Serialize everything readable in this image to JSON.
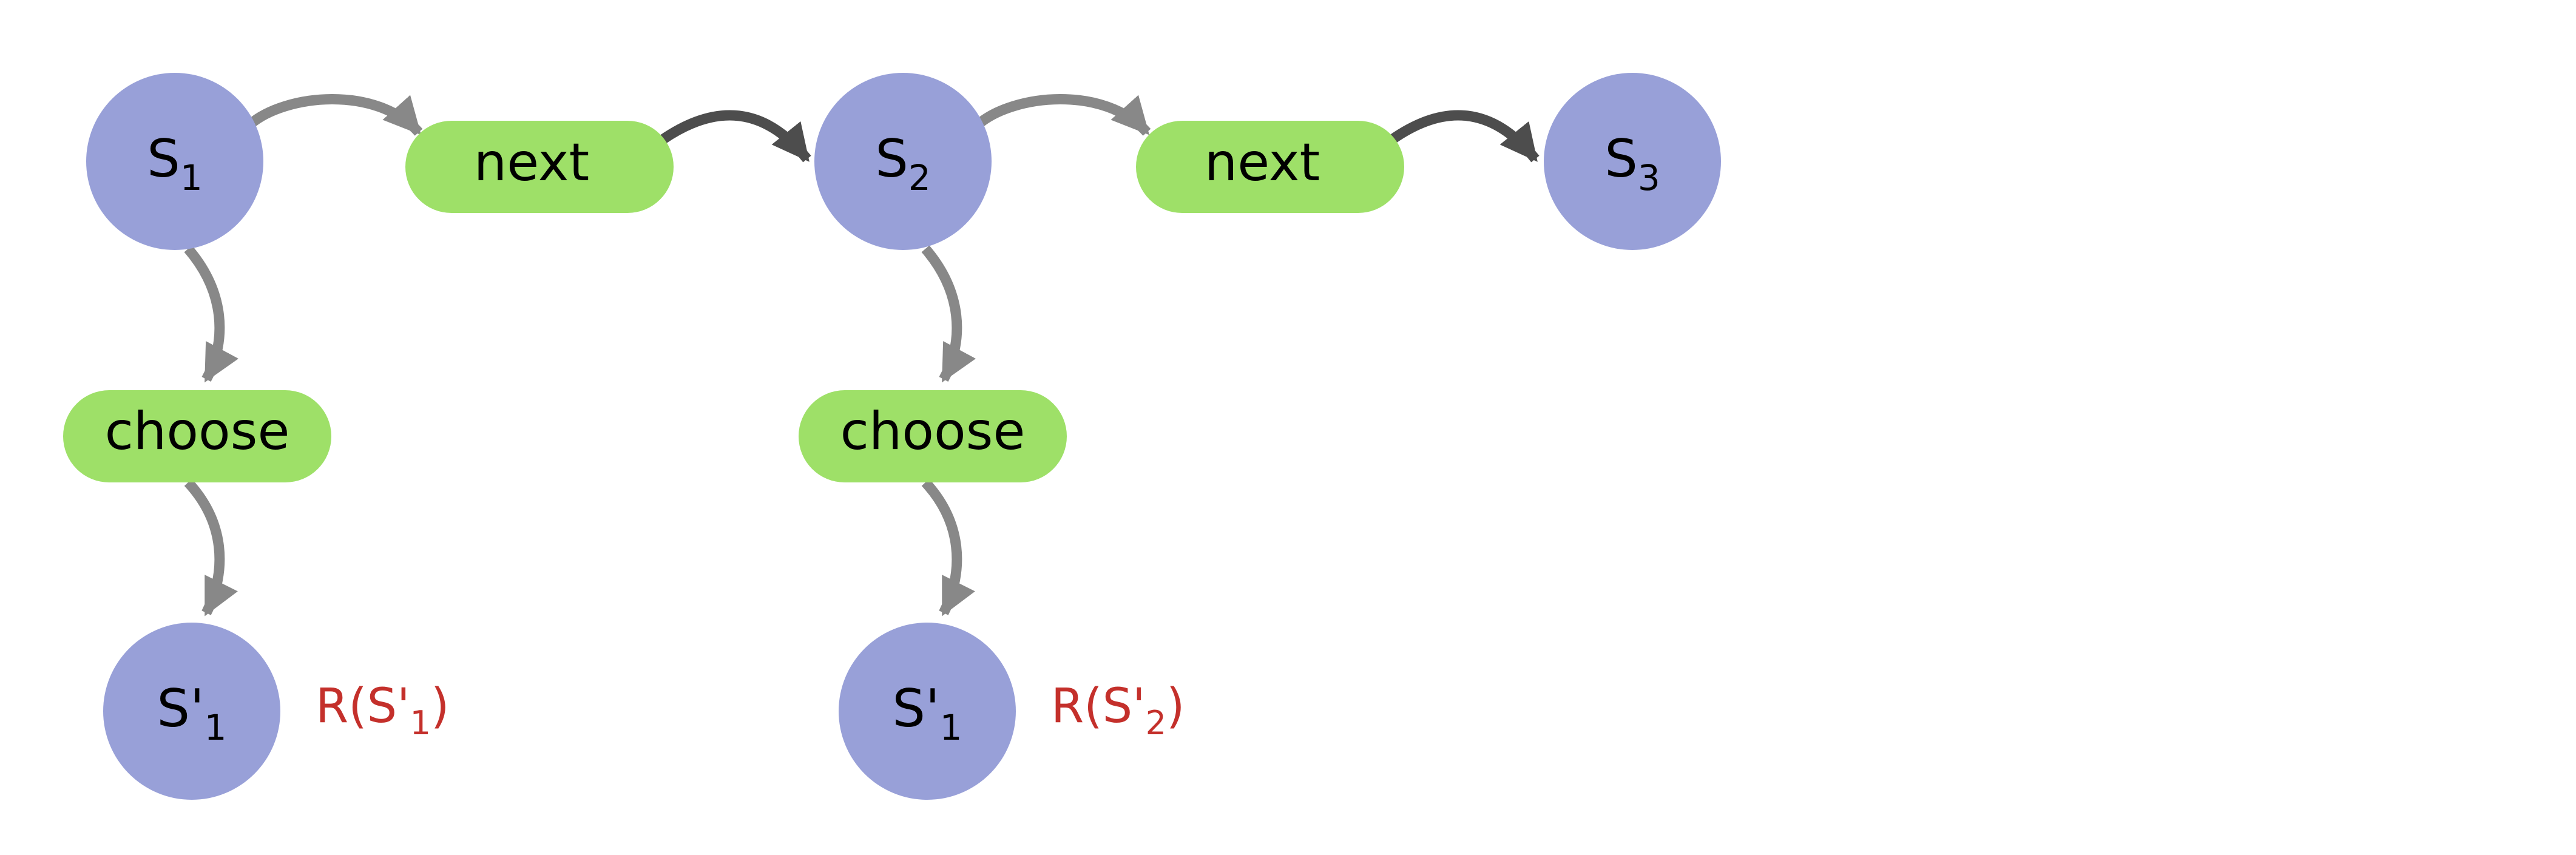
{
  "colors": {
    "state_fill": "#98a0d8",
    "action_fill": "#9ee068",
    "edge_light": "#888888",
    "edge_dark": "#4d4d4d",
    "reward_text": "#c4302b",
    "text": "#000000"
  },
  "states": [
    {
      "id": "s1",
      "base": "S",
      "prime": "",
      "sub": "1"
    },
    {
      "id": "s2",
      "base": "S",
      "prime": "",
      "sub": "2"
    },
    {
      "id": "s3",
      "base": "S",
      "prime": "",
      "sub": "3"
    },
    {
      "id": "s1p",
      "base": "S",
      "prime": "'",
      "sub": "1"
    },
    {
      "id": "s2p",
      "base": "S",
      "prime": "'",
      "sub": "1"
    }
  ],
  "actions": [
    {
      "id": "next1",
      "label": "next"
    },
    {
      "id": "next2",
      "label": "next"
    },
    {
      "id": "choose1",
      "label": "choose"
    },
    {
      "id": "choose2",
      "label": "choose"
    }
  ],
  "rewards": [
    {
      "id": "r1",
      "open": "R(S'",
      "sub": "1",
      "close": ")"
    },
    {
      "id": "r2",
      "open": "R(S'",
      "sub": "2",
      "close": ")"
    }
  ],
  "edges": [
    {
      "from": "s1",
      "to": "next1",
      "style": "light"
    },
    {
      "from": "next1",
      "to": "s2",
      "style": "dark"
    },
    {
      "from": "s2",
      "to": "next2",
      "style": "light"
    },
    {
      "from": "next2",
      "to": "s3",
      "style": "dark"
    },
    {
      "from": "s1",
      "to": "choose1",
      "style": "light"
    },
    {
      "from": "choose1",
      "to": "s1p",
      "style": "light"
    },
    {
      "from": "s2",
      "to": "choose2",
      "style": "light"
    },
    {
      "from": "choose2",
      "to": "s2p",
      "style": "light"
    }
  ]
}
